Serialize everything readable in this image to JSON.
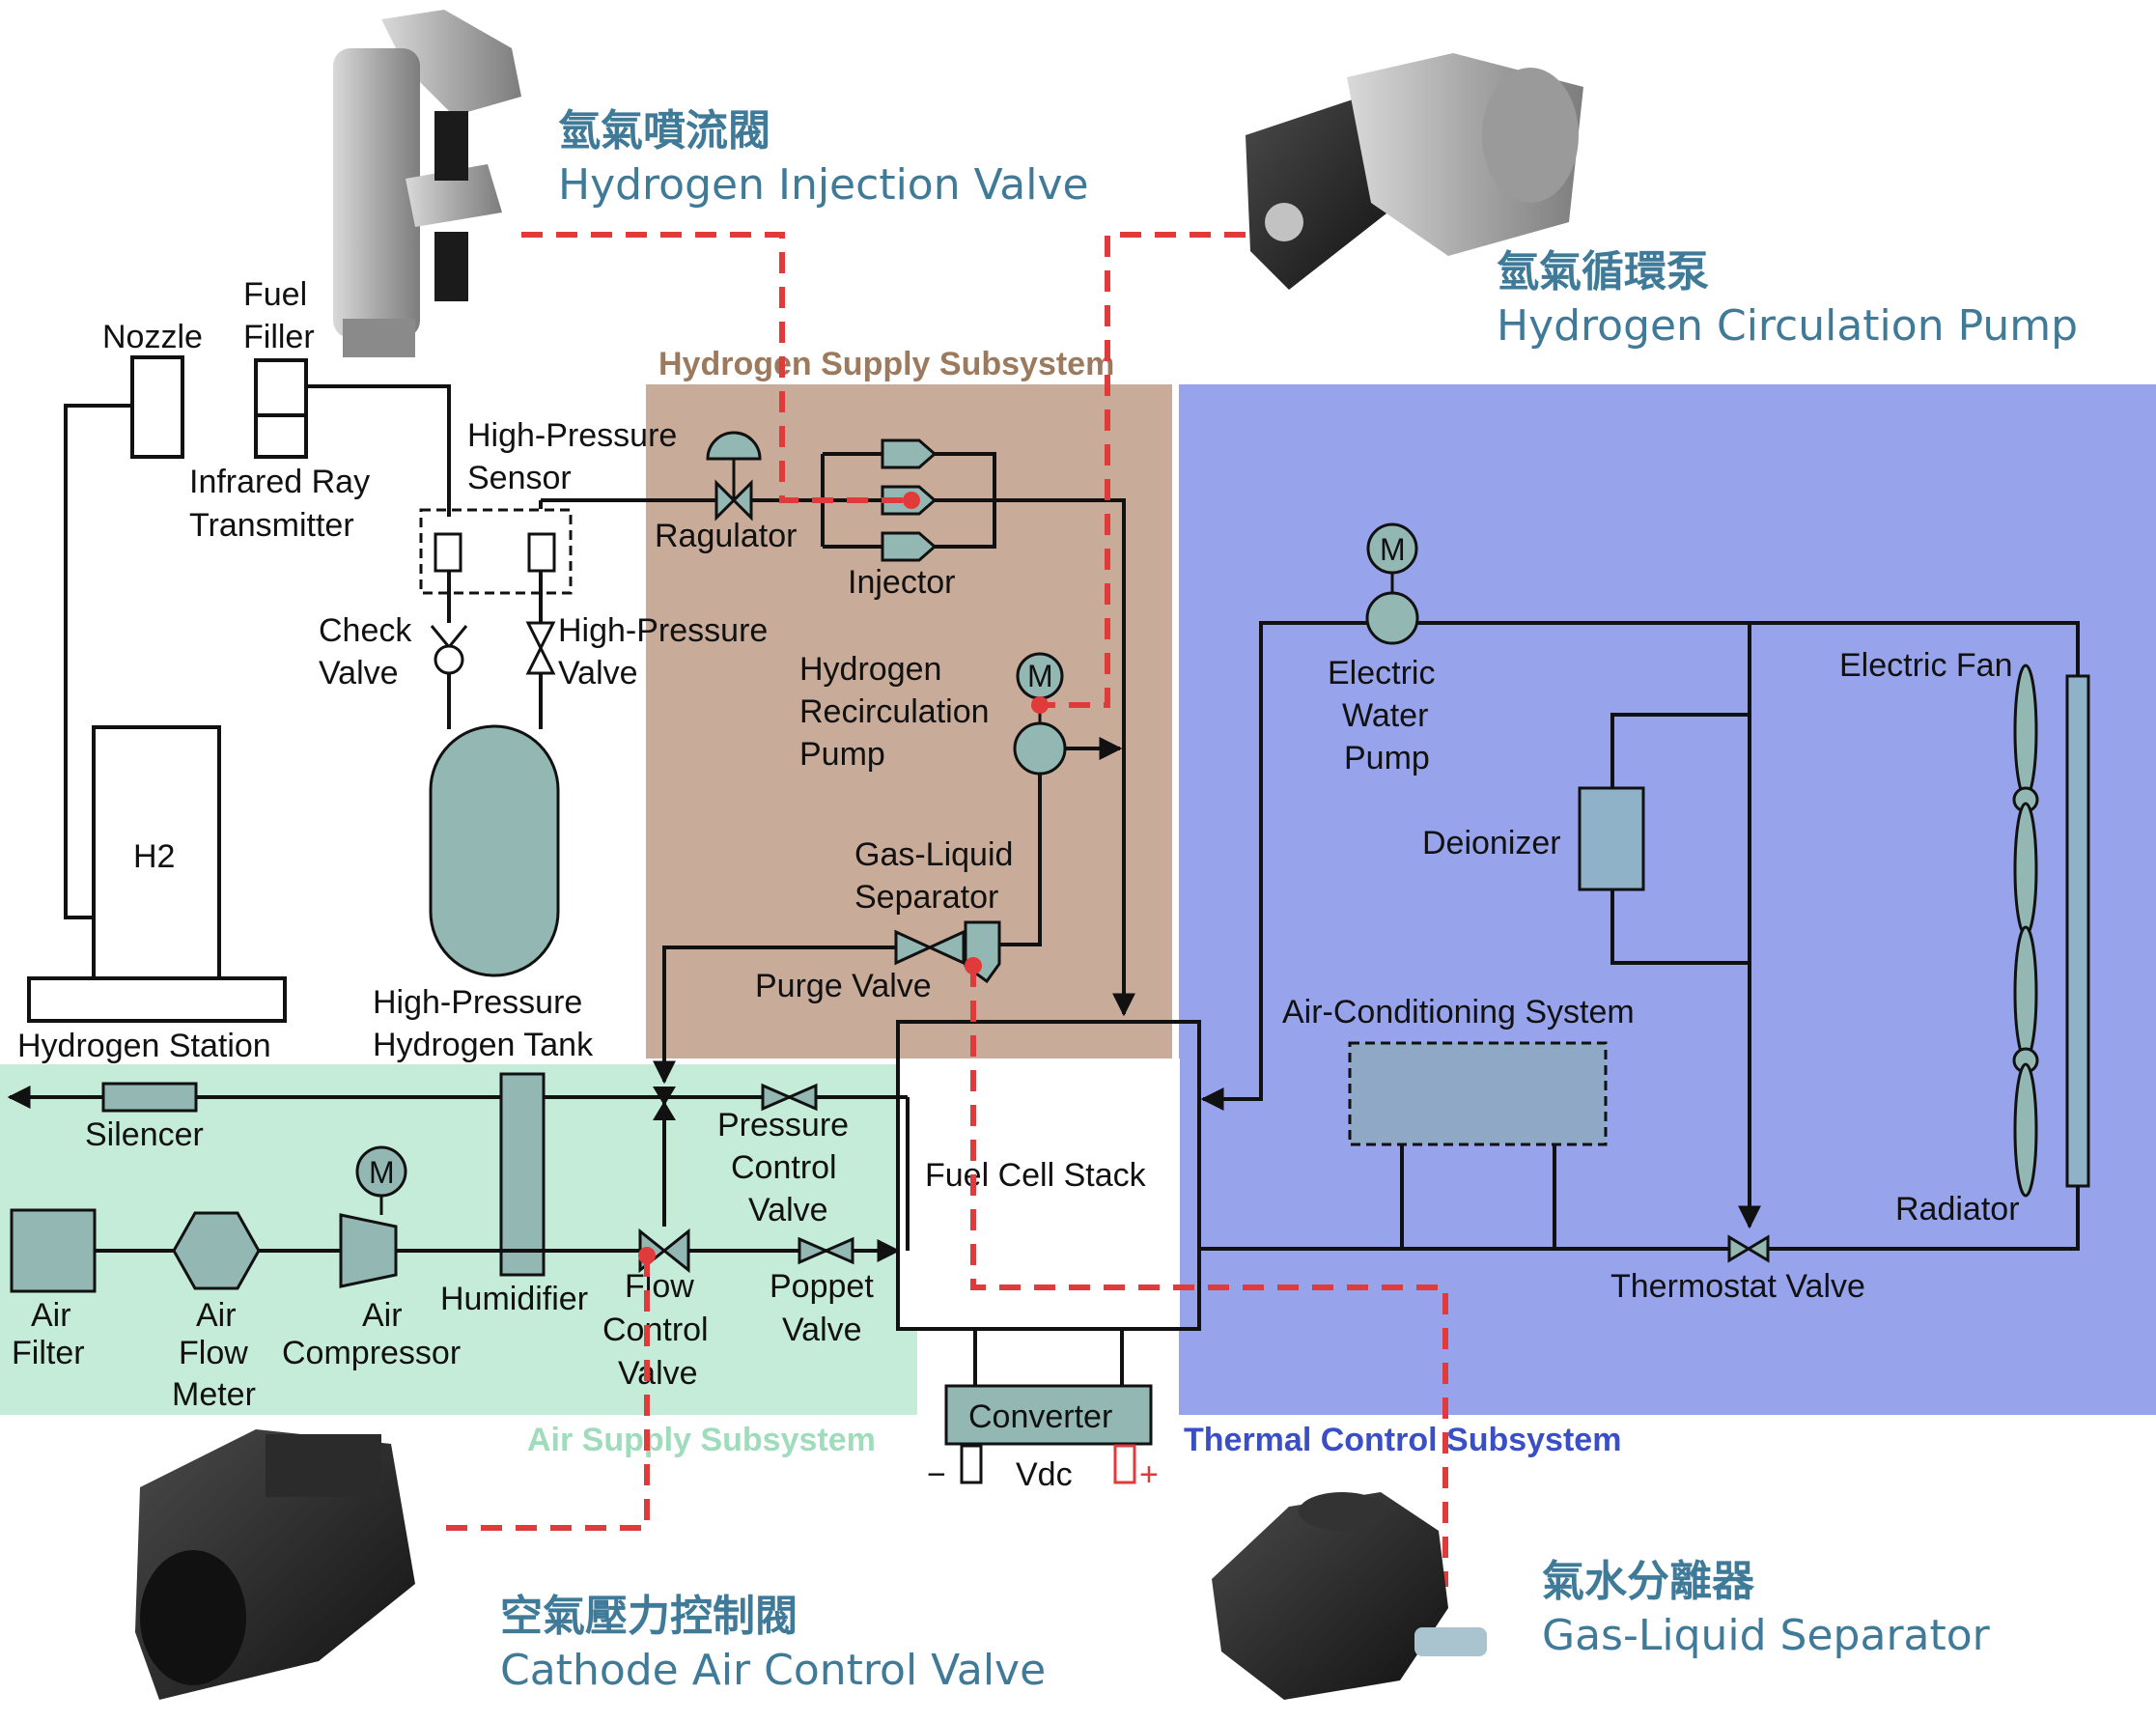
{
  "colors": {
    "hydrogen_region": "#c8ab98",
    "thermal_region": "#97a4ec",
    "air_region": "#c5ecd8",
    "component_fill": "#93b8b3",
    "callout_line": "#e03a3a",
    "caption_text": "#3f7a98"
  },
  "subsystems": {
    "hydrogen": "Hydrogen Supply Subsystem",
    "air": "Air Supply Subsystem",
    "thermal": "Thermal Control Subsystem"
  },
  "callouts": {
    "injection_valve": {
      "zh": "氫氣噴流閥",
      "en": "Hydrogen Injection Valve",
      "icon": "injection-valve-photo"
    },
    "circulation_pump": {
      "zh": "氫氣循環泵",
      "en": "Hydrogen Circulation Pump",
      "icon": "circulation-pump-photo"
    },
    "cathode_valve": {
      "zh": "空氣壓力控制閥",
      "en": "Cathode Air Control Valve",
      "icon": "cathode-valve-photo"
    },
    "gas_liquid_separator": {
      "zh": "氣水分離器",
      "en": "Gas-Liquid Separator",
      "icon": "separator-photo"
    }
  },
  "labels": {
    "nozzle": "Nozzle",
    "fuel_filler": [
      "Fuel",
      "Filler"
    ],
    "infrared": [
      "Infrared Ray",
      "Transmitter"
    ],
    "hp_sensor": [
      "High-Pressure",
      "Sensor"
    ],
    "regulator": "Ragulator",
    "injector": "Injector",
    "check_valve": [
      "Check",
      "Valve"
    ],
    "hp_valve": [
      "High-Pressure",
      "Valve"
    ],
    "recirc_pump": [
      "Hydrogen",
      "Recirculation",
      "Pump"
    ],
    "h2": "H2",
    "hydrogen_station": "Hydrogen Station",
    "hp_tank": [
      "High-Pressure",
      "Hydrogen Tank"
    ],
    "gas_liquid_sep": [
      "Gas-Liquid",
      "Separator"
    ],
    "purge_valve": "Purge Valve",
    "silencer": "Silencer",
    "pressure_control_valve": [
      "Pressure",
      "Control",
      "Valve"
    ],
    "fuel_cell_stack": "Fuel Cell Stack",
    "air_filter": [
      "Air",
      "Filter"
    ],
    "air_flow_meter": [
      "Air",
      "Flow",
      "Meter"
    ],
    "air_compressor": [
      "Air",
      "Compressor"
    ],
    "humidifier": "Humidifier",
    "flow_control_valve": [
      "Flow",
      "Control",
      "Valve"
    ],
    "poppet_valve": [
      "Poppet",
      "Valve"
    ],
    "converter": "Converter",
    "vdc": "Vdc",
    "minus": "−",
    "plus": "+",
    "electric_water_pump": [
      "Electric",
      "Water",
      "Pump"
    ],
    "deionizer": "Deionizer",
    "electric_fan": "Electric Fan",
    "ac_system": "Air-Conditioning System",
    "radiator": "Radiator",
    "thermostat_valve": "Thermostat Valve",
    "motor": "M"
  }
}
